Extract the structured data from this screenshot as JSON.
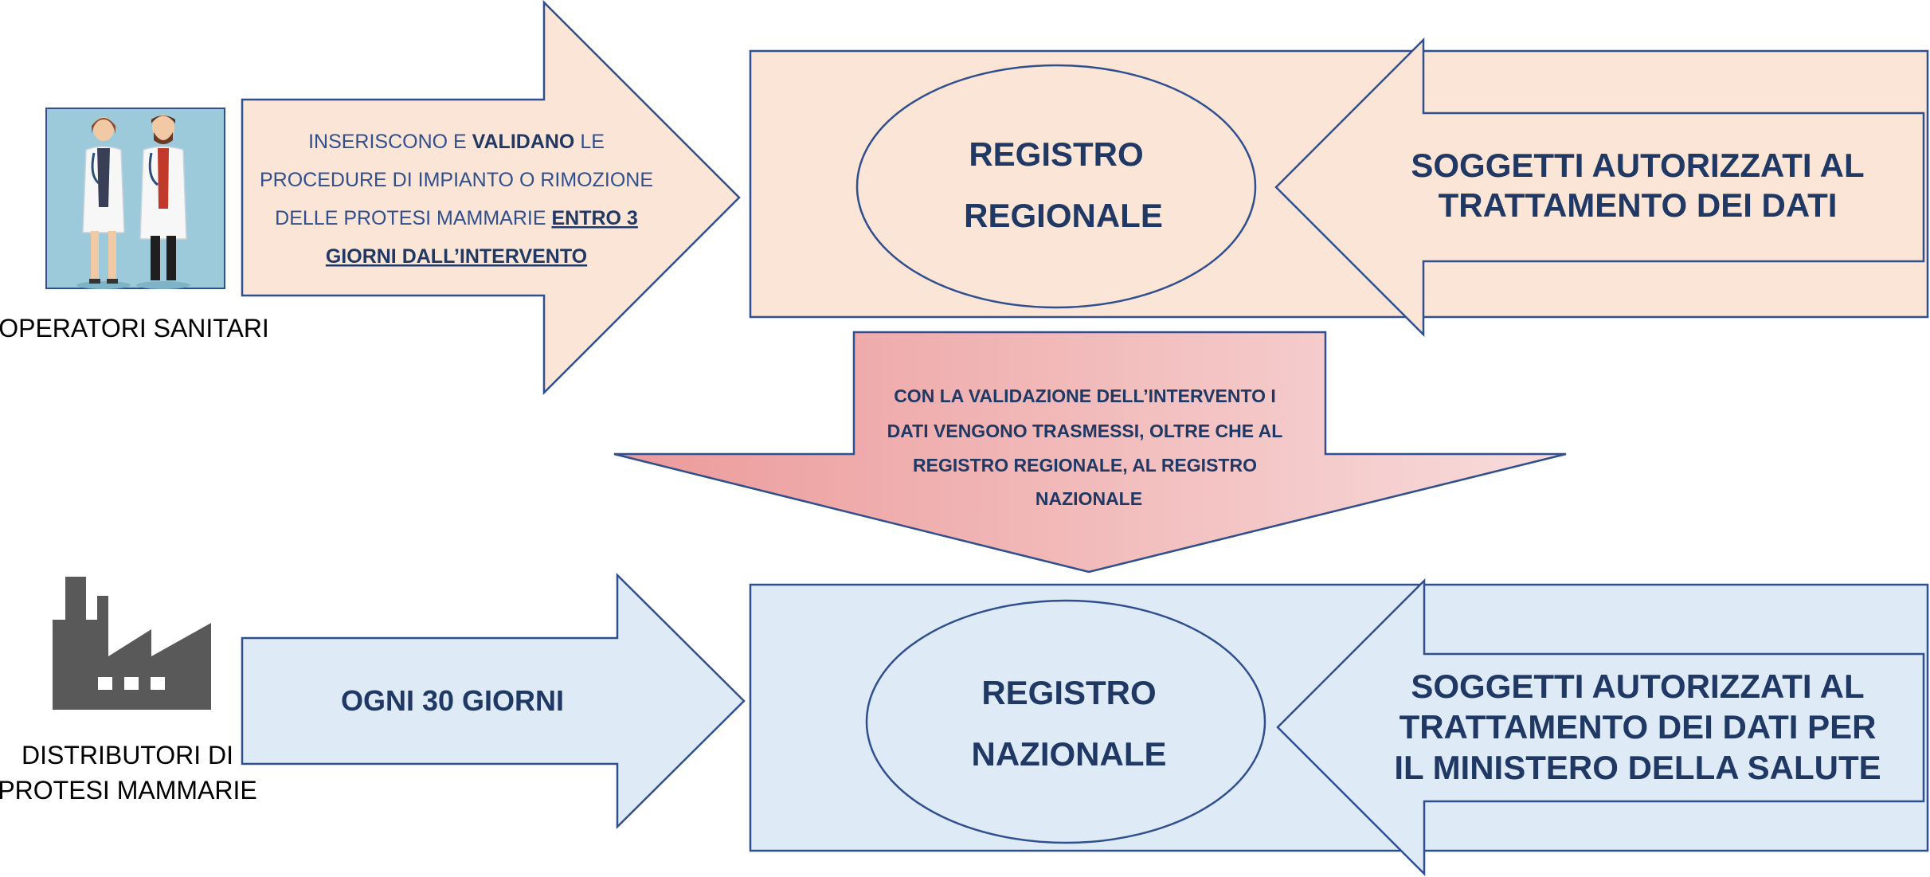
{
  "colors": {
    "stroke": "#2f4f8f",
    "text_dark": "#1f3864",
    "regional_fill": "#fbe5d6",
    "national_fill": "#deebf7",
    "transmit_gradient_start": "#ec9a9a",
    "transmit_gradient_end": "#f8dcdc",
    "factory": "#595959",
    "photo_bg": "#9ccadb"
  },
  "icons": {
    "operators": "doctors-icon",
    "distributors": "factory-icon"
  },
  "regional": {
    "actor_label": "OPERATORI SANITARI",
    "input_arrow": {
      "line1": "INSERISCONO E ",
      "line1_bold": "VALIDANO",
      "line1_end": " LE",
      "line2": "PROCEDURE DI IMPIANTO O RIMOZIONE",
      "line3": "DELLE PROTESI MAMMARIE ",
      "line3_underline": "ENTRO 3",
      "line4_underline": "GIORNI DALL’INTERVENTO"
    },
    "registry_line1": "REGISTRO",
    "registry_line2": "REGIONALE",
    "access_line1": "SOGGETTI AUTORIZZATI AL",
    "access_line2": "TRATTAMENTO DEI DATI"
  },
  "transmission": {
    "line1": "CON LA VALIDAZIONE DELL’INTERVENTO I",
    "line2": "DATI VENGONO TRASMESSI, OLTRE CHE AL",
    "line3": "REGISTRO REGIONALE, AL REGISTRO",
    "line4": "NAZIONALE"
  },
  "national": {
    "actor_label_line1": "DISTRIBUTORI DI",
    "actor_label_line2": "PROTESI MAMMARIE",
    "input_arrow_text": "OGNI 30 GIORNI",
    "registry_line1": "REGISTRO",
    "registry_line2": "NAZIONALE",
    "access_line1": "SOGGETTI AUTORIZZATI AL",
    "access_line2": "TRATTAMENTO DEI DATI PER",
    "access_line3": "IL MINISTERO DELLA SALUTE"
  }
}
